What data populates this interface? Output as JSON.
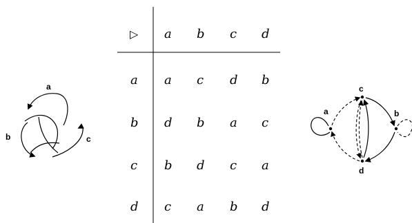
{
  "knot": {
    "labels": [
      "a",
      "b",
      "c"
    ]
  },
  "table": {
    "operator": "▷",
    "column_headers": [
      "a",
      "b",
      "c",
      "d"
    ],
    "rows": [
      {
        "row_header": "a",
        "cells": [
          "a",
          "c",
          "d",
          "b"
        ]
      },
      {
        "row_header": "b",
        "cells": [
          "d",
          "b",
          "a",
          "c"
        ]
      },
      {
        "row_header": "c",
        "cells": [
          "b",
          "d",
          "c",
          "a"
        ]
      },
      {
        "row_header": "d",
        "cells": [
          "c",
          "a",
          "b",
          "d"
        ]
      }
    ]
  },
  "graph": {
    "node_labels": [
      "a",
      "c",
      "b",
      "d"
    ]
  }
}
